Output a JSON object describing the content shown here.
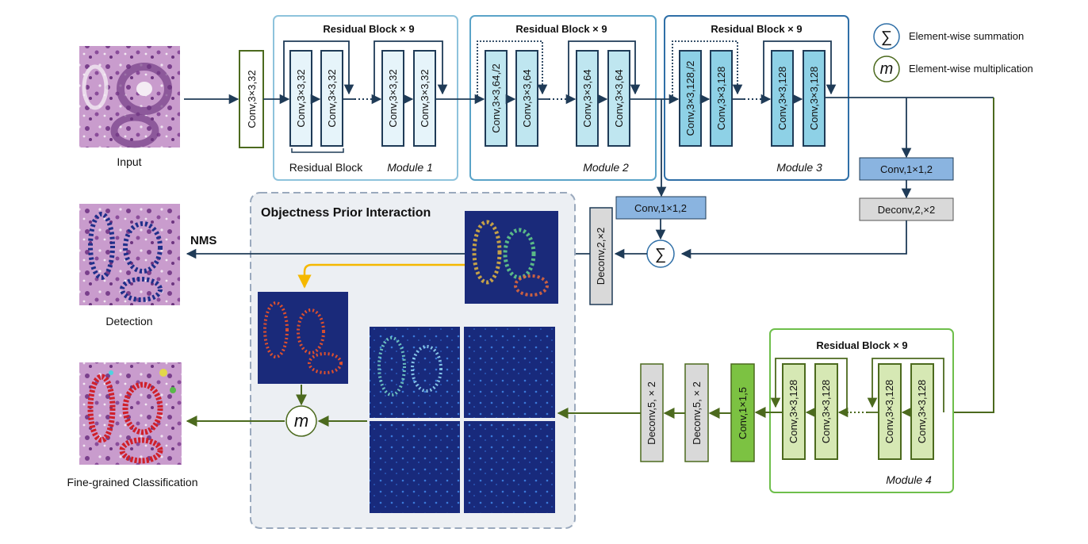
{
  "images": {
    "input": "Input",
    "detection": "Detection",
    "classification": "Fine-grained Classification"
  },
  "nms": "NMS",
  "legend": {
    "sum_symbol": "∑",
    "sum_label": "Element-wise summation",
    "mul_symbol": "m",
    "mul_label": "Element-wise multiplication"
  },
  "modules": {
    "m1": {
      "title": "Residual Block × 9",
      "name": "Module 1",
      "sub": "Residual Block"
    },
    "m2": {
      "title": "Residual Block × 9",
      "name": "Module 2"
    },
    "m3": {
      "title": "Residual Block × 9",
      "name": "Module 3"
    },
    "m4": {
      "title": "Residual Block × 9",
      "name": "Module 4"
    }
  },
  "layers": {
    "conv_in": "Conv,3×3,32",
    "m1_a": "Conv,3×3,32",
    "m1_b": "Conv,3×3,32",
    "m1_c": "Conv,3×3,32",
    "m1_d": "Conv,3×3,32",
    "m2_a": "Conv,3×3,64,/2",
    "m2_b": "Conv,3×3,64",
    "m2_c": "Conv,3×3,64",
    "m2_d": "Conv,3×3,64",
    "m3_a": "Conv,3×3,128,/2",
    "m3_b": "Conv,3×3,128",
    "m3_c": "Conv,3×3,128",
    "m3_d": "Conv,3×3,128",
    "m4_a": "Conv,3×3,128",
    "m4_b": "Conv,3×3,128",
    "m4_c": "Conv,3×3,128",
    "m4_d": "Conv,3×3,128",
    "conv_1x1_2_top": "Conv,1×1,2",
    "deconv_2x2_right": "Deconv,2,×2",
    "conv_1x1_2_mid": "Conv,1×1,2",
    "deconv_2x2_left": "Deconv,2,×2",
    "conv_1x1_5": "Conv,1×1,5",
    "deconv_5_a": "Deconv,5, × 2",
    "deconv_5_b": "Deconv,5, × 2"
  },
  "opi_title": "Objectness Prior Interaction",
  "colors": {
    "dark_navy": "#1f3b57",
    "module1_border": "#8ec3dc",
    "module2_border": "#5aa3c8",
    "module3_border": "#2f6fa7",
    "module4_border": "#6ebf4b",
    "light_cyan": "#e6f4fa",
    "cyan": "#bfe6f0",
    "blue_box": "#8ab4e0",
    "gray_box": "#d9d9d9",
    "light_green": "#d6e8b4",
    "bright_green": "#7cc242",
    "olive": "#4c6a1e",
    "yellow_arrow": "#f5b800",
    "opi_bg": "#eceff3",
    "opi_border": "#9aa9bd",
    "heatmap_bg": "#1a2a7a"
  }
}
